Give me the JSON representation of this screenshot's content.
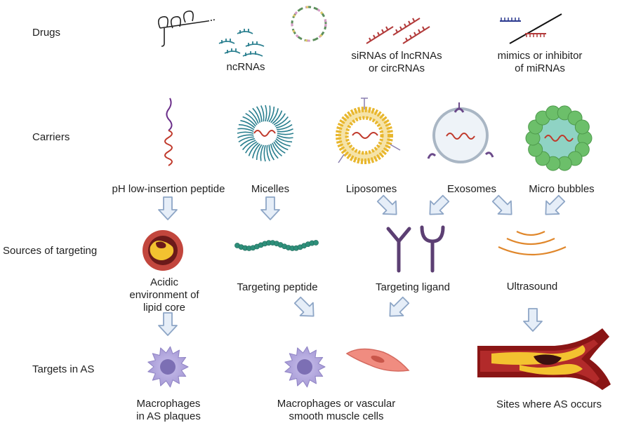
{
  "rows": {
    "drugs": "Drugs",
    "carriers": "Carriers",
    "sources": "Sources of targeting",
    "targets": "Targets in AS"
  },
  "drugs": {
    "ncrnas": "ncRNAs",
    "sirna": [
      "siRNAs of lncRNAs",
      "or circRNAs"
    ],
    "mimics": [
      "mimics or inhibitor",
      "of miRNAs"
    ]
  },
  "carriers": {
    "peptide": "pH low-insertion peptide",
    "micelles": "Micelles",
    "liposomes": "Liposomes",
    "exosomes": "Exosomes",
    "bubbles": "Micro bubbles"
  },
  "sources": {
    "acidic": [
      "Acidic",
      "environment of",
      "lipid core"
    ],
    "targeting_peptide": "Targeting peptide",
    "targeting_ligand": "Targeting ligand",
    "ultrasound": "Ultrasound"
  },
  "targets": {
    "macrophages": [
      "Macrophages",
      "in AS plaques"
    ],
    "mac_vsmc": [
      "Macrophages or vascular",
      "smooth muscle cells"
    ],
    "sites": "Sites where AS occurs"
  },
  "colors": {
    "arrow_fill": "#e6eef8",
    "arrow_stroke": "#8ea6c6",
    "rna_red": "#c0392b",
    "rna_teal": "#2a7f8f",
    "lipid_yellow": "#e8b62c",
    "cell_purple": "#a79bd6",
    "bubble_green": "#6cbf6a",
    "ligand_purple": "#5c3f73",
    "ultrasound_orange": "#e0872b",
    "vessel_red": "#9b1c1c",
    "plaque_yellow": "#f3c230"
  }
}
